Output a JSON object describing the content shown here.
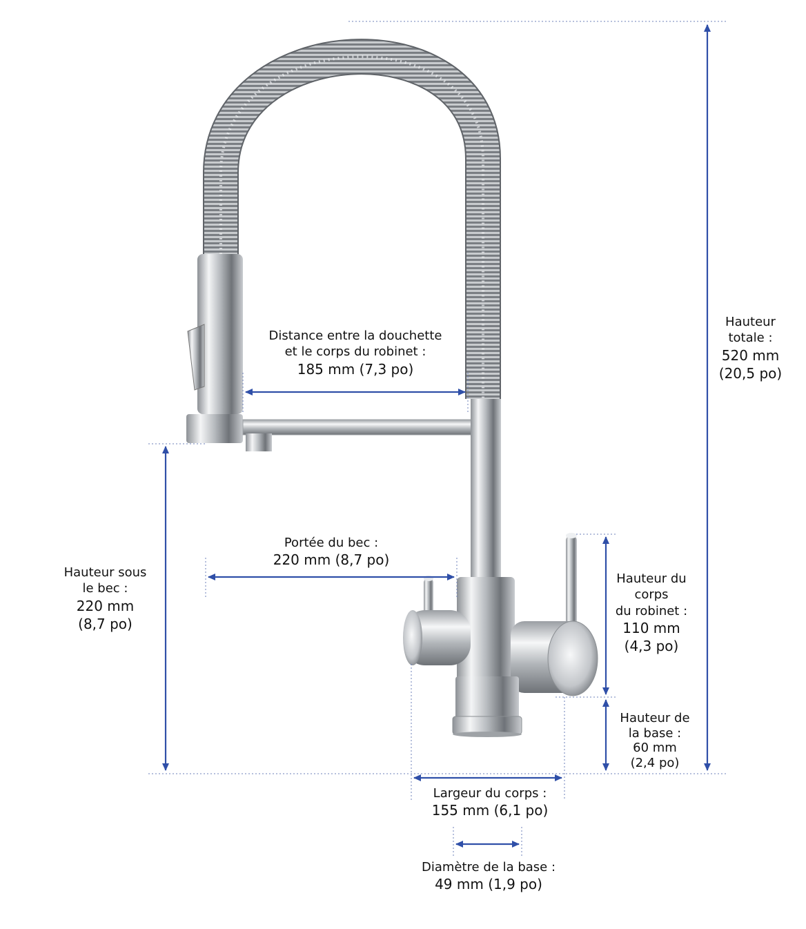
{
  "colors": {
    "arrow": "#2f4fa8",
    "guide": "#6b7fb8",
    "chrome_dark": "#5a5e63",
    "chrome_light": "#e9ebed"
  },
  "labels": {
    "total_height": {
      "l1": "Hauteur",
      "l2": "totale :",
      "v1": "520 mm",
      "v2": "(20,5 po)"
    },
    "spray_distance": {
      "l1": "Distance entre la douchette",
      "l2": "et le corps du robinet :",
      "v1": "185 mm (7,3 po)"
    },
    "spout_reach": {
      "l1": "Portée du bec :",
      "v1": "220 mm (8,7 po)"
    },
    "under_spout": {
      "l1": "Hauteur sous",
      "l2": "le bec :",
      "v1": "220 mm",
      "v2": "(8,7 po)"
    },
    "body_height": {
      "l1": "Hauteur du",
      "l2": "corps",
      "l3": "du robinet :",
      "v1": "110 mm",
      "v2": "(4,3 po)"
    },
    "base_height": {
      "l1": "Hauteur de",
      "l2": "la base :",
      "v1": "60 mm",
      "v2": "(2,4 po)"
    },
    "body_width": {
      "l1": "Largeur du corps :",
      "v1": "155 mm (6,1 po)"
    },
    "base_diameter": {
      "l1": "Diamètre de la base :",
      "v1": "49 mm (1,9 po)"
    }
  }
}
